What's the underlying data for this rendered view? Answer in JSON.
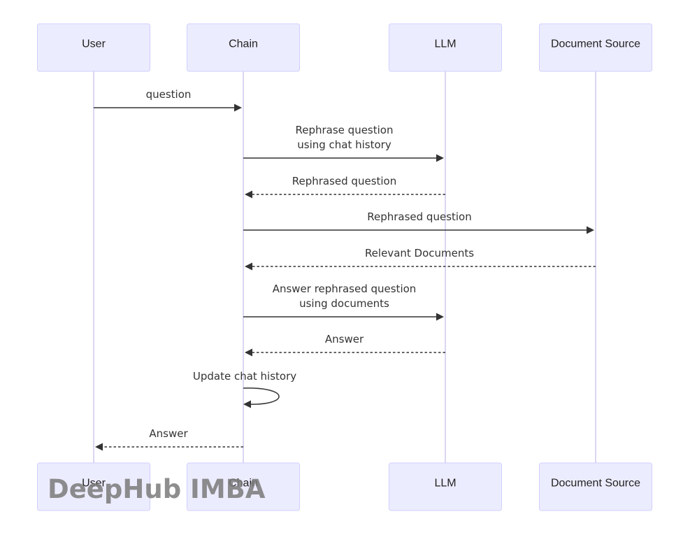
{
  "participants": [
    {
      "id": "user",
      "label": "User"
    },
    {
      "id": "chain",
      "label": "Chain"
    },
    {
      "id": "llm",
      "label": "LLM"
    },
    {
      "id": "docs",
      "label": "Document Source"
    }
  ],
  "messages": [
    {
      "from": "user",
      "to": "chain",
      "lines": [
        "question"
      ],
      "style": "solid"
    },
    {
      "from": "chain",
      "to": "llm",
      "lines": [
        "Rephrase question",
        "using chat history"
      ],
      "style": "solid"
    },
    {
      "from": "llm",
      "to": "chain",
      "lines": [
        "Rephrased question"
      ],
      "style": "dashed"
    },
    {
      "from": "chain",
      "to": "docs",
      "lines": [
        "Rephrased question"
      ],
      "style": "solid"
    },
    {
      "from": "docs",
      "to": "chain",
      "lines": [
        "Relevant Documents"
      ],
      "style": "dashed"
    },
    {
      "from": "chain",
      "to": "llm",
      "lines": [
        "Answer rephrased question",
        "using documents"
      ],
      "style": "solid"
    },
    {
      "from": "llm",
      "to": "chain",
      "lines": [
        "Answer"
      ],
      "style": "dashed"
    },
    {
      "from": "chain",
      "to": "chain",
      "lines": [
        "Update chat history"
      ],
      "style": "solid"
    },
    {
      "from": "chain",
      "to": "user",
      "lines": [
        "Answer"
      ],
      "style": "dashed"
    }
  ],
  "watermark": "DeepHub IMBA",
  "colors": {
    "actor_fill": "#ececff",
    "actor_border": "#cfcfff",
    "lifeline": "#d0c8ee",
    "arrow": "#333333"
  }
}
